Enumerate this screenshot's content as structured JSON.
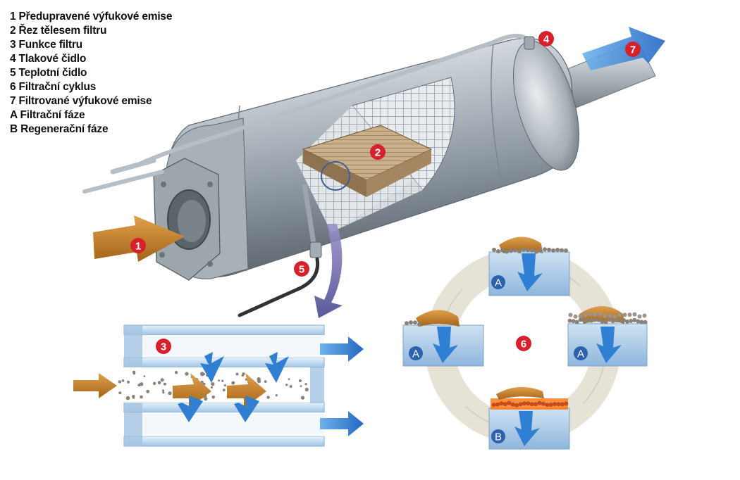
{
  "legend": {
    "items": [
      "1 Předupravené výfukové emise",
      "2 Řez tělesem filtru",
      "3 Funkce filtru",
      "4 Tlakové čidlo",
      "5 Teplotní čidlo",
      "6 Filtrační cyklus",
      "7 Filtrované výfukové emise",
      "A Filtrační fáze",
      "B Regenerační fáze"
    ]
  },
  "callouts": {
    "n1": "1",
    "n2": "2",
    "n3": "3",
    "n4": "4",
    "n5": "5",
    "n6": "6",
    "n7": "7"
  },
  "cycle": {
    "top": "A",
    "left": "A",
    "right": "A",
    "bottom": "B"
  },
  "colors": {
    "callout_red": "#d8202a",
    "phase_blue": "#2c62ad",
    "inlet_brown": "#c07a24",
    "outlet_blue": "#2f7fd2",
    "soot_gray": "#8a8178",
    "cycle_ring": "#e6e2d6",
    "regeneration_glow": "#ff7a1a"
  },
  "icons": {
    "inlet_arrow": "arrow-right-icon",
    "outlet_arrow": "arrow-right-icon",
    "callout": "numbered-circle-icon"
  }
}
